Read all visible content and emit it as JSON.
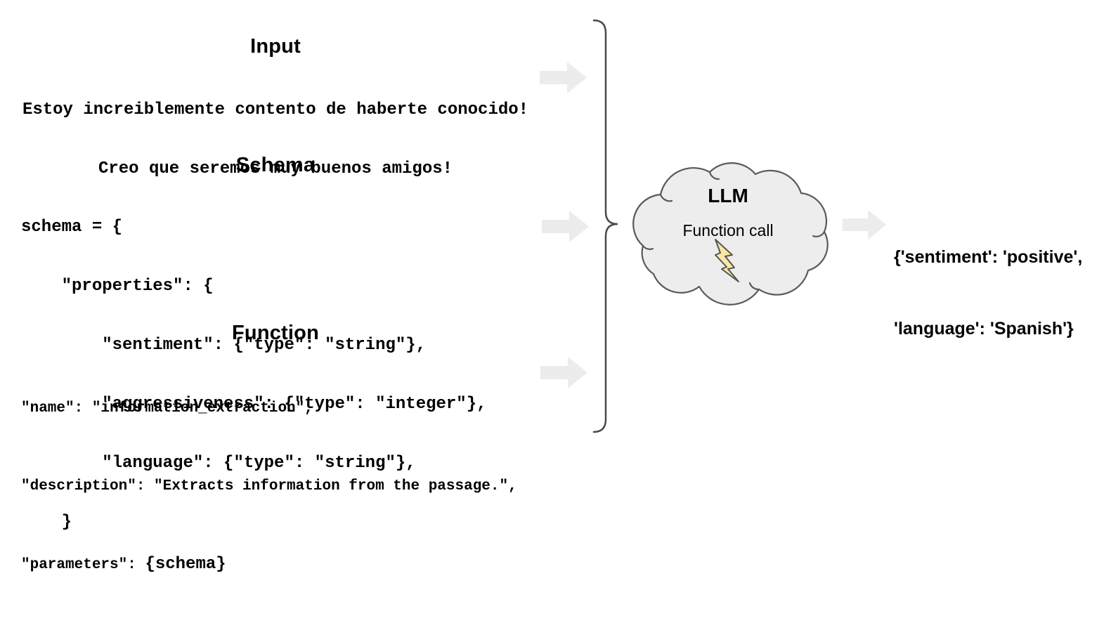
{
  "input": {
    "title": "Input",
    "lines": [
      "Estoy increiblemente contento de haberte conocido!",
      "Creo que seremos muy buenos amigos!"
    ]
  },
  "schema": {
    "title": "Schema",
    "code_lines": [
      "schema = {",
      "    \"properties\": {",
      "        \"sentiment\": {\"type\": \"string\"},",
      "        \"aggressiveness\": {\"type\": \"integer\"},",
      "        \"language\": {\"type\": \"string\"},",
      "    }"
    ]
  },
  "function": {
    "title": "Function",
    "code_lines": [
      "\"name\": \"information_extraction\",",
      "\"description\": \"Extracts information from the passage.\","
    ],
    "parameters_prefix": "\"parameters\": ",
    "parameters_var": "{schema}"
  },
  "llm": {
    "title": "LLM",
    "subtitle": "Function call",
    "icon": "lightning-bolt"
  },
  "output": {
    "lines": [
      "{'sentiment': 'positive',",
      "'language': 'Spanish'}"
    ]
  },
  "icons": {
    "flow_arrows": [
      "input-to-llm",
      "schema-to-llm",
      "function-to-llm",
      "llm-to-output"
    ],
    "grouping": "curly-brace",
    "llm_shape": "cloud"
  },
  "colors": {
    "background": "#FFFFFF",
    "text": "#000000",
    "arrow_fill": "#ECECEC",
    "brace_stroke": "#4A4A4A",
    "cloud_fill": "#EDEDED",
    "cloud_stroke": "#595959",
    "bolt_fill": "#FBE7A3",
    "bolt_stroke": "#555555"
  }
}
